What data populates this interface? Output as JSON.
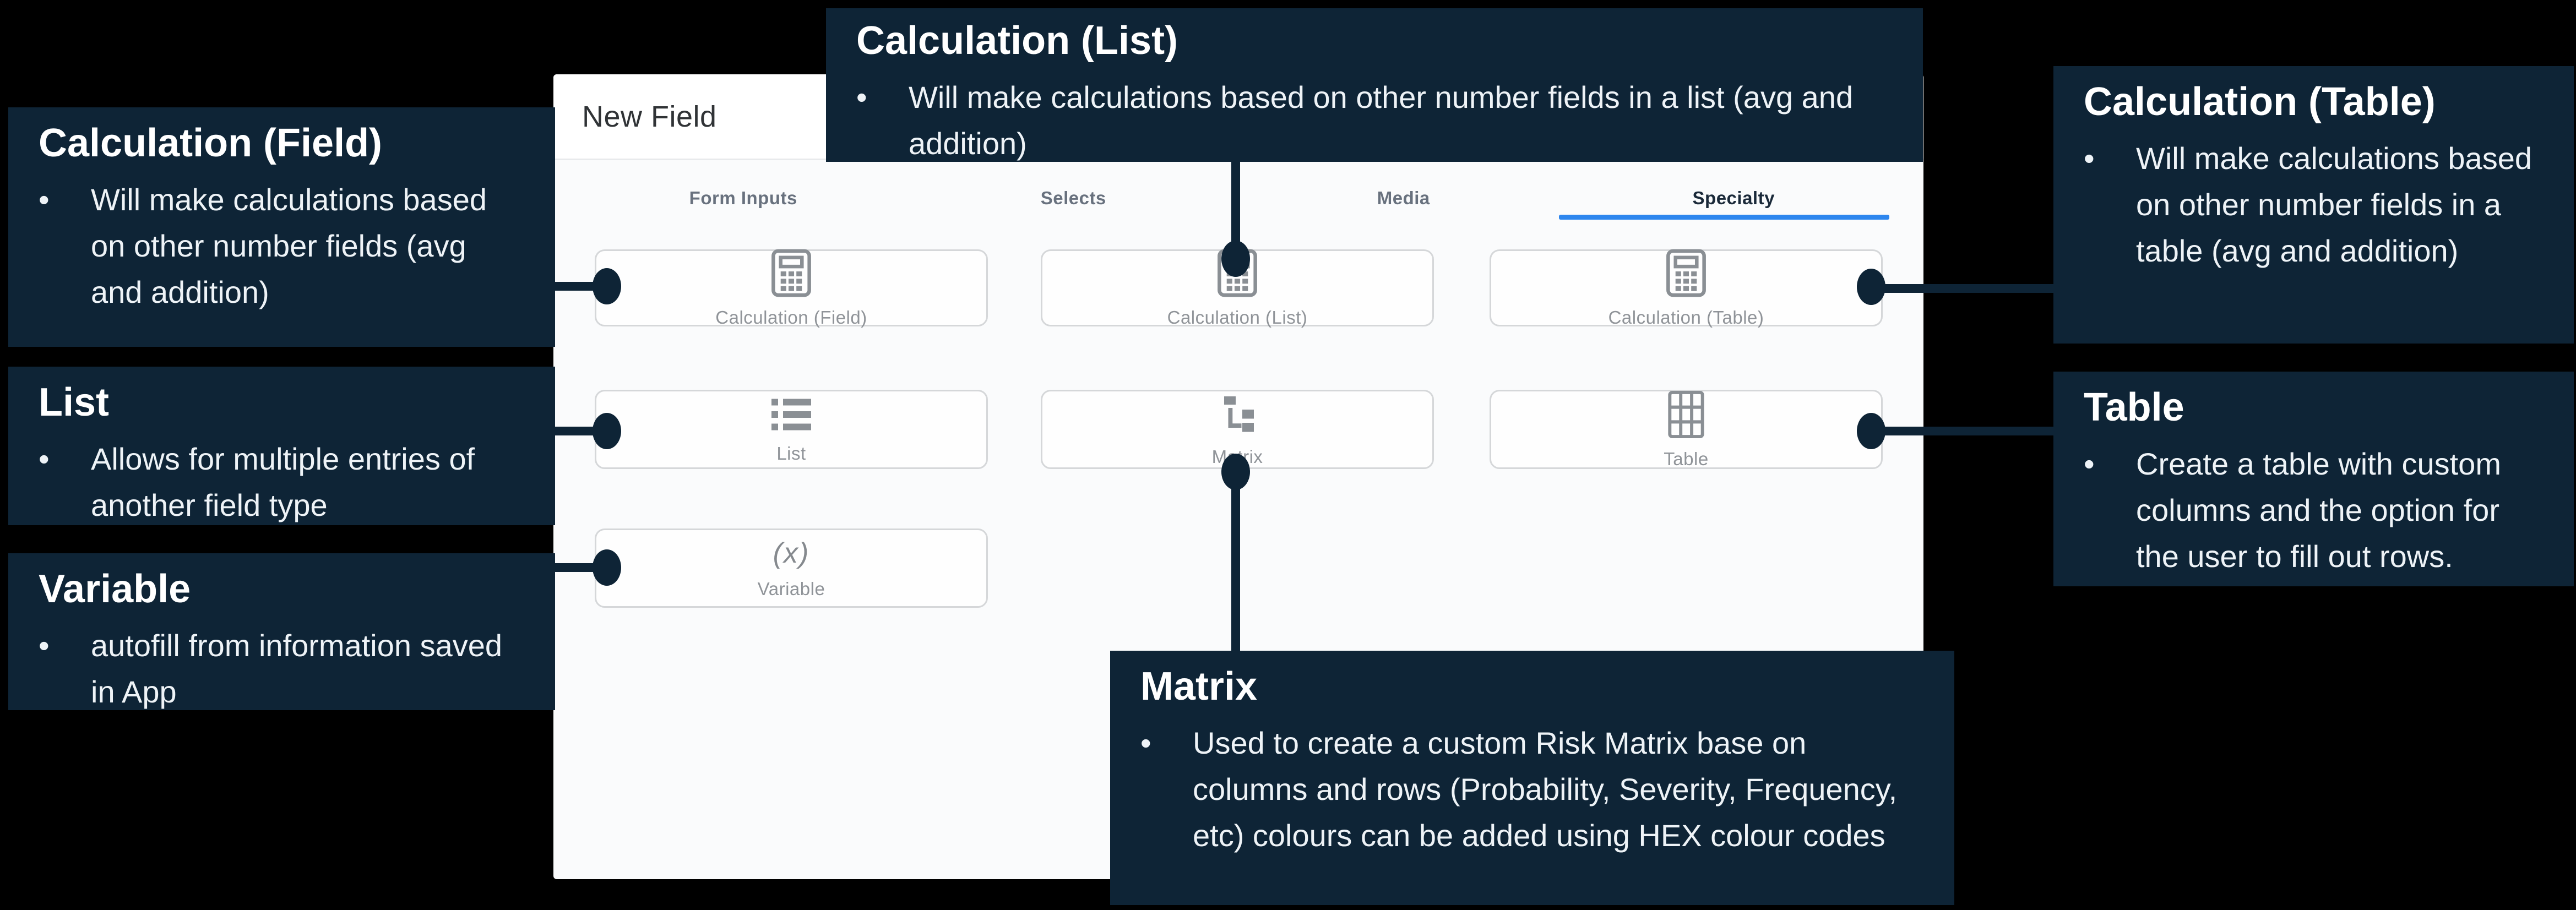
{
  "dialog": {
    "title": "New Field",
    "tabs": [
      {
        "label": "Form Inputs",
        "active": false
      },
      {
        "label": "Selects",
        "active": false
      },
      {
        "label": "Media",
        "active": false
      },
      {
        "label": "Specialty",
        "active": true
      }
    ],
    "buttons": [
      {
        "label": "Calculation (Field)",
        "icon": "calculator-icon"
      },
      {
        "label": "Calculation (List)",
        "icon": "calculator-icon"
      },
      {
        "label": "Calculation (Table)",
        "icon": "calculator-icon"
      },
      {
        "label": "List",
        "icon": "list-icon"
      },
      {
        "label": "Matrix",
        "icon": "tree-icon"
      },
      {
        "label": "Table",
        "icon": "grid-icon"
      },
      {
        "label": "Variable",
        "icon": "variable-icon",
        "icon_text": "(x)"
      }
    ]
  },
  "callouts": {
    "calc_field": {
      "title": "Calculation (Field)",
      "bullet": "Will make calculations based on other number fields (avg and addition)"
    },
    "calc_list": {
      "title": "Calculation (List)",
      "bullet": "Will make calculations based on other number fields in a list (avg and addition)"
    },
    "calc_table": {
      "title": "Calculation (Table)",
      "bullet": "Will make calculations based on other number fields in a table (avg and addition)"
    },
    "list": {
      "title": "List",
      "bullet": "Allows for multiple entries of another field type"
    },
    "table": {
      "title": "Table",
      "bullet": "Create a table with custom columns and the option for the user to fill out rows."
    },
    "matrix": {
      "title": "Matrix",
      "bullet": "Used to create a custom Risk Matrix base on columns and rows (Probability, Severity, Frequency, etc) colours can be added using HEX colour codes"
    },
    "variable": {
      "title": "Variable",
      "bullet": "autofill from information saved in App"
    },
    "bullet_glyph": "•"
  },
  "colors": {
    "canvas_bg": "#000000",
    "callout_bg": "#0e2436",
    "dialog_body_bg": "#fafbfc",
    "dialog_header_bg": "#ffffff",
    "accent_blue_underline": "#2d86ee",
    "button_border": "#d5d7d9",
    "button_label_gray": "#8f9398",
    "tab_inactive": "#68717e",
    "tab_active": "#1a2939"
  }
}
